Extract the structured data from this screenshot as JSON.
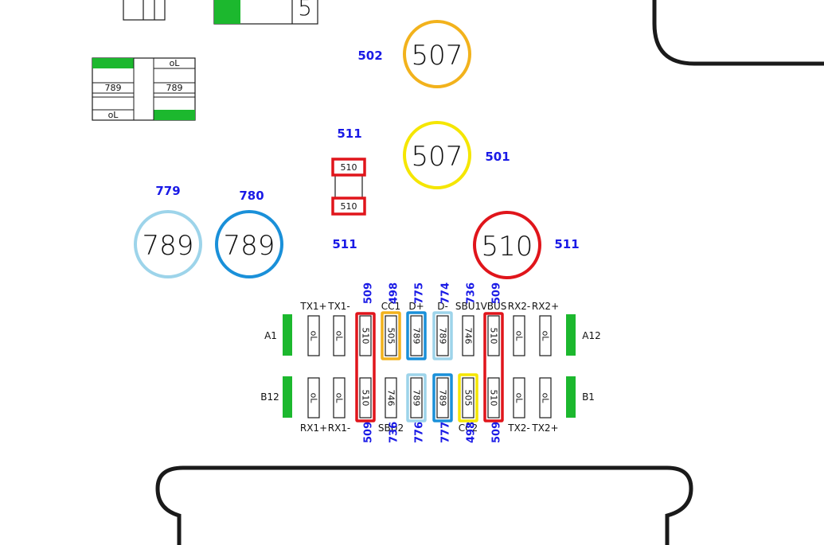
{
  "colors": {
    "red": "#e0151b",
    "orange": "#f2b21c",
    "yellow": "#f5e600",
    "blue": "#1a90d9",
    "lightblue": "#9dd4ea",
    "green": "#1cb82e",
    "label_blue": "#1a1ae6",
    "outline": "#1a1a1a"
  },
  "top_fragment": {
    "digit": "5"
  },
  "chip_left": {
    "cells": {
      "tr": "oL",
      "ml": "789",
      "mr": "789",
      "bl": "oL"
    }
  },
  "circles": [
    {
      "id": "c502",
      "value": "507",
      "ring": "orange",
      "ref": "502"
    },
    {
      "id": "c501",
      "value": "507",
      "ring": "yellow",
      "ref": "501"
    },
    {
      "id": "c779",
      "value": "789",
      "ring": "lightblue",
      "ref": "779"
    },
    {
      "id": "c780",
      "value": "789",
      "ring": "blue",
      "ref": "780"
    },
    {
      "id": "c511",
      "value": "510",
      "ring": "red",
      "ref": "511"
    }
  ],
  "small_part": {
    "top": "510",
    "bottom": "510",
    "ref_top": "511",
    "ref_bottom": "511"
  },
  "connector": {
    "side_labels": {
      "a1": "A1",
      "a12": "A12",
      "b12": "B12",
      "b1": "B1"
    },
    "top_row": [
      {
        "name": "TX1+",
        "value": "oL",
        "ring": "",
        "ref": ""
      },
      {
        "name": "TX1-",
        "value": "oL",
        "ring": "",
        "ref": ""
      },
      {
        "name": "",
        "value": "510",
        "ring": "red",
        "ref": "509"
      },
      {
        "name": "CC1",
        "value": "505",
        "ring": "orange",
        "ref": "498"
      },
      {
        "name": "D+",
        "value": "789",
        "ring": "blue",
        "ref": "775"
      },
      {
        "name": "D-",
        "value": "789",
        "ring": "lightblue",
        "ref": "774"
      },
      {
        "name": "SBU1",
        "value": "746",
        "ring": "",
        "ref": "736"
      },
      {
        "name": "VBUS",
        "value": "510",
        "ring": "red",
        "ref": "509"
      },
      {
        "name": "RX2-",
        "value": "oL",
        "ring": "",
        "ref": ""
      },
      {
        "name": "RX2+",
        "value": "oL",
        "ring": "",
        "ref": ""
      }
    ],
    "bottom_row": [
      {
        "name": "RX1+",
        "value": "oL",
        "ring": "",
        "ref": ""
      },
      {
        "name": "RX1-",
        "value": "oL",
        "ring": "",
        "ref": ""
      },
      {
        "name": "",
        "value": "510",
        "ring": "red",
        "ref": "509"
      },
      {
        "name": "SBU2",
        "value": "746",
        "ring": "",
        "ref": "736"
      },
      {
        "name": "",
        "value": "789",
        "ring": "lightblue",
        "ref": "776"
      },
      {
        "name": "",
        "value": "789",
        "ring": "blue",
        "ref": "777"
      },
      {
        "name": "CC2",
        "value": "505",
        "ring": "yellow",
        "ref": "498"
      },
      {
        "name": "",
        "value": "510",
        "ring": "red",
        "ref": "509"
      },
      {
        "name": "TX2-",
        "value": "oL",
        "ring": "",
        "ref": ""
      },
      {
        "name": "TX2+",
        "value": "oL",
        "ring": "",
        "ref": ""
      }
    ]
  }
}
